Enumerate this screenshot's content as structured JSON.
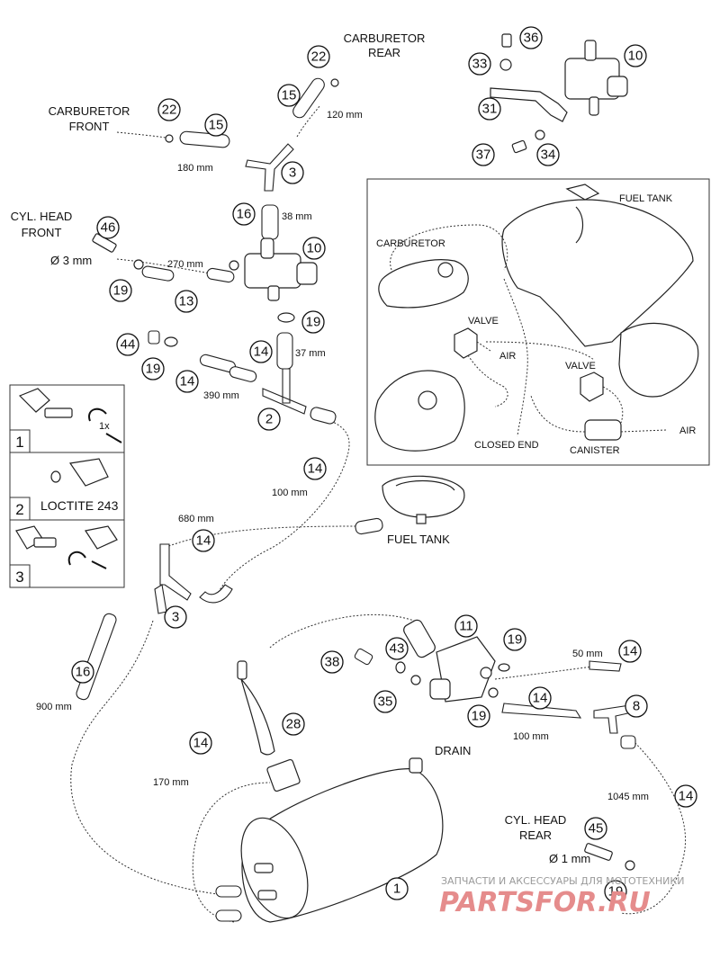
{
  "labels": {
    "carb_rear_1": "CARBURETOR",
    "carb_rear_2": "REAR",
    "carb_front_1": "CARBURETOR",
    "carb_front_2": "FRONT",
    "cyl_front_1": "CYL. HEAD",
    "cyl_front_2": "FRONT",
    "cyl_rear_1": "CYL. HEAD",
    "cyl_rear_2": "REAR",
    "dia_3mm": "Ø 3 mm",
    "dia_1mm": "Ø 1 mm",
    "fuel_tank": "FUEL TANK",
    "drain": "DRAIN",
    "loctite": "LOCTITE 243",
    "onex": "1x"
  },
  "lengths": {
    "l120": "120 mm",
    "l180": "180 mm",
    "l38": "38 mm",
    "l270": "270 mm",
    "l37": "37 mm",
    "l390": "390 mm",
    "l100a": "100 mm",
    "l680": "680 mm",
    "l900": "900 mm",
    "l170": "170 mm",
    "l50": "50 mm",
    "l100b": "100 mm",
    "l1045": "1045 mm"
  },
  "steps": [
    "1",
    "2",
    "3"
  ],
  "inset": {
    "fuel_tank": "FUEL TANK",
    "carburetor": "CARBURETOR",
    "valve1": "VALVE",
    "valve2": "VALVE",
    "air1": "AIR",
    "air2": "AIR",
    "closed_end": "CLOSED END",
    "canister": "CANISTER"
  },
  "callouts": {
    "c22a": "22",
    "c15a": "15",
    "c22b": "22",
    "c15b": "15",
    "c3a": "3",
    "c36": "36",
    "c33": "33",
    "c10a": "10",
    "c31": "31",
    "c37": "37",
    "c34": "34",
    "c16a": "16",
    "c46": "46",
    "c10b": "10",
    "c19a": "19",
    "c13": "13",
    "c19b": "19",
    "c14a": "14",
    "c44": "44",
    "c19c": "19",
    "c14b": "14",
    "c2": "2",
    "c14c": "14",
    "c14d": "14",
    "c3b": "3",
    "c16b": "16",
    "c11": "11",
    "c19d": "19",
    "c14e": "14",
    "c38": "38",
    "c43": "43",
    "c35": "35",
    "c19e": "19",
    "c14f": "14",
    "c8": "8",
    "c28": "28",
    "c14g": "14",
    "c14h": "14",
    "c45": "45",
    "c19f": "19",
    "c1": "1"
  },
  "watermark": {
    "line1": "ЗАПЧАСТИ И АКСЕССУАРЫ ДЛЯ МОТОТЕХНИКИ",
    "line2": "PARTSFOR.RU"
  }
}
